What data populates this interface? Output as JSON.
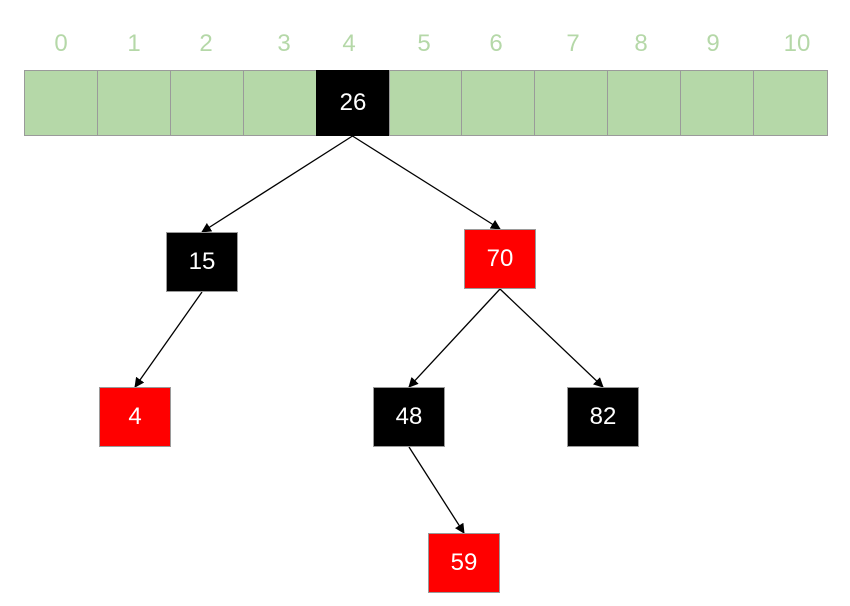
{
  "bucket_array": {
    "indices": [
      "0",
      "1",
      "2",
      "3",
      "4",
      "5",
      "6",
      "7",
      "8",
      "9",
      "10"
    ],
    "occupied_index": 4,
    "occupied_value": "26",
    "empty_color": "#b5d8a8",
    "occupied_color": "#000000"
  },
  "tree": {
    "nodes": [
      {
        "id": "n15",
        "value": "15",
        "color": "black"
      },
      {
        "id": "n70",
        "value": "70",
        "color": "red"
      },
      {
        "id": "n4",
        "value": "4",
        "color": "red"
      },
      {
        "id": "n48",
        "value": "48",
        "color": "black"
      },
      {
        "id": "n82",
        "value": "82",
        "color": "black"
      },
      {
        "id": "n59",
        "value": "59",
        "color": "red"
      }
    ],
    "edges": [
      {
        "from": "root",
        "to": "n15"
      },
      {
        "from": "root",
        "to": "n70"
      },
      {
        "from": "n15",
        "to": "n4"
      },
      {
        "from": "n70",
        "to": "n48"
      },
      {
        "from": "n70",
        "to": "n82"
      },
      {
        "from": "n48",
        "to": "n59"
      }
    ],
    "colors": {
      "red": "#ff0000",
      "black": "#000000"
    }
  }
}
